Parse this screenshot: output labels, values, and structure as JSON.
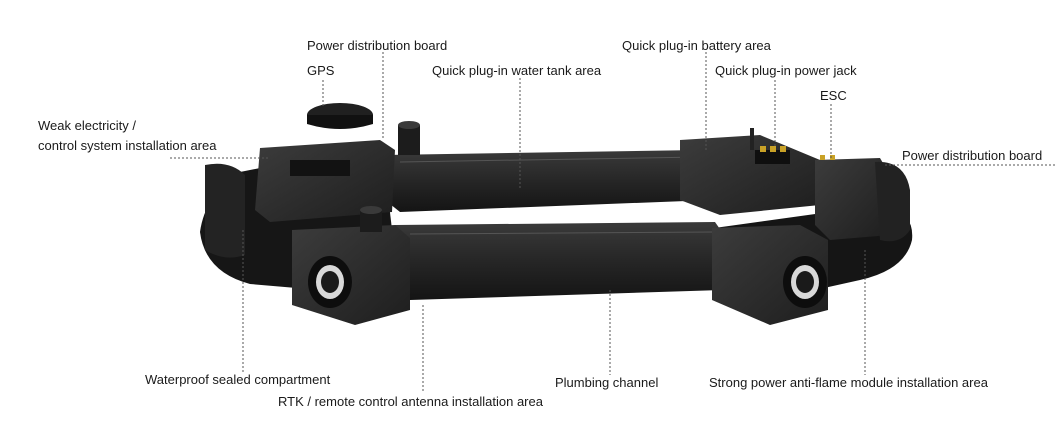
{
  "labels": {
    "power_distribution_board_top": "Power distribution board",
    "gps": "GPS",
    "weak_electricity_line1": "Weak electricity /",
    "weak_electricity_line2": "control system installation area",
    "water_tank_area": "Quick plug-in water tank area",
    "battery_area": "Quick plug-in battery area",
    "power_jack": "Quick plug-in power jack",
    "esc": "ESC",
    "power_distribution_board_right": "Power distribution board",
    "waterproof_compartment": "Waterproof sealed compartment",
    "plumbing_channel": "Plumbing channel",
    "anti_flame_module": "Strong power anti-flame module installation area",
    "rtk_antenna": "RTK / remote control antenna installation area"
  },
  "colors": {
    "frame_dark": "#1c1c1c",
    "frame_mid": "#2e2e2e",
    "frame_light": "#4a4a4a",
    "leader_line": "#555555",
    "connector_gold": "#c9a227"
  }
}
